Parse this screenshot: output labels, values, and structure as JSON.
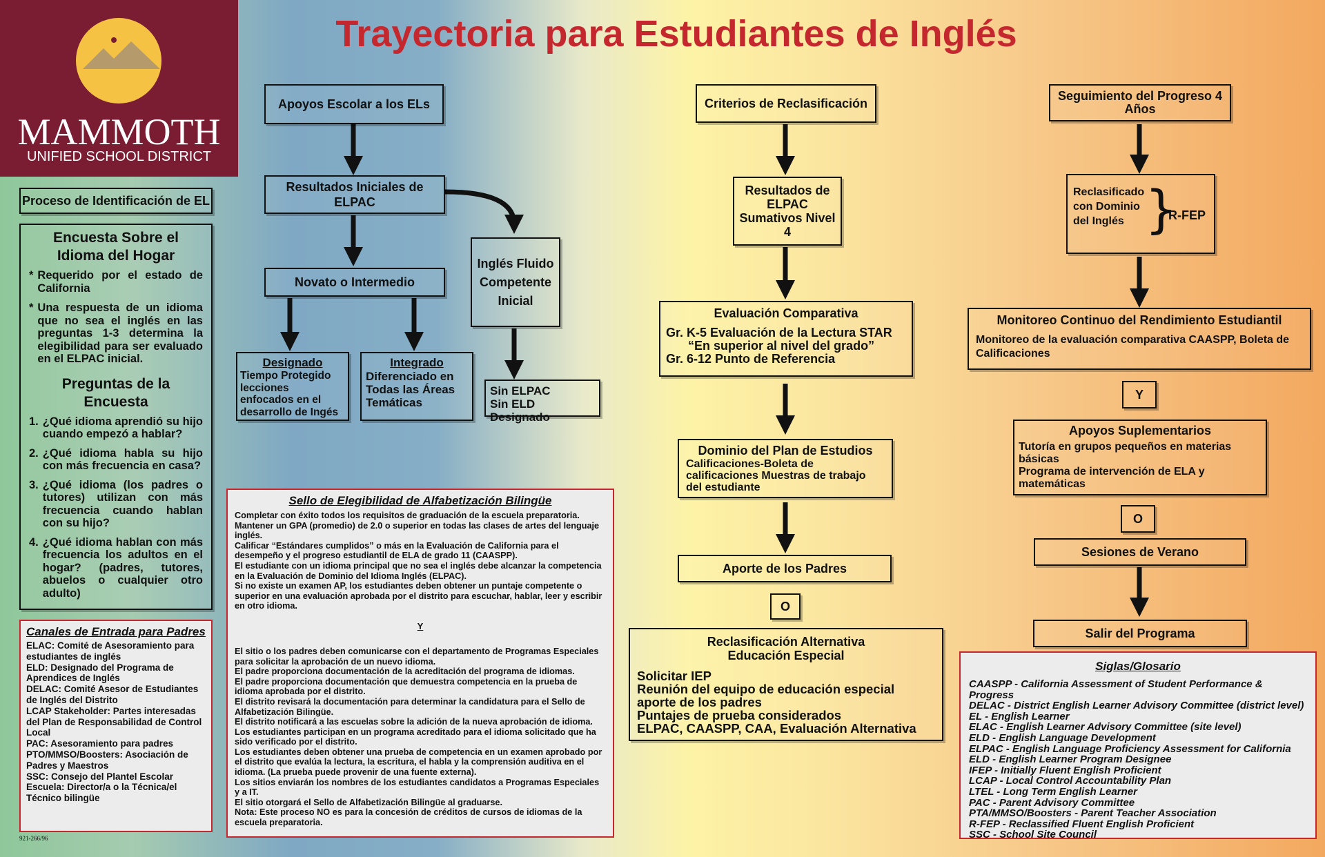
{
  "title": "Trayectoria para Estudiantes de Inglés",
  "logo": {
    "name": "MAMMOTH",
    "sub": "UNIFIED SCHOOL DISTRICT"
  },
  "colors": {
    "title_red": "#c4282e",
    "logo_bg": "#7a1d33",
    "logo_sun": "#f5c244"
  },
  "left": {
    "proceso": "Proceso de Identificación de EL",
    "encuesta_title": "Encuesta Sobre el Idioma del Hogar",
    "encuesta_items": [
      "Requerido por el estado de California",
      "Una respuesta de un idioma que no sea el inglés en las preguntas 1-3 determina la elegibilidad para ser evaluado en el ELPAC inicial."
    ],
    "preguntas_title": "Preguntas de la Encuesta",
    "preguntas": [
      "¿Qué idioma aprendió su hijo cuando empezó a hablar?",
      "¿Qué idioma habla su hijo con más frecuencia en casa?",
      "¿Qué idioma (los padres o tutores) utilizan con más frecuencia cuando hablan con su hijo?",
      "¿Qué idioma hablan con más frecuencia los adultos en el hogar? (padres, tutores, abuelos o cualquier otro adulto)"
    ],
    "canales_title": "Canales de Entrada para Padres",
    "canales": [
      "ELAC: Comité de Asesoramiento para estudiantes de inglés",
      "ELD: Designado del Programa de Aprendices de Inglés",
      "DELAC: Comité Asesor de Estudiantes de Inglés del Distrito",
      "LCAP Stakeholder: Partes interesadas del Plan de Responsabilidad de Control Local",
      "PAC: Asesoramiento para padres",
      "PTO/MMSO/Boosters: Asociación de Padres y Maestros",
      "SSC: Consejo del Plantel Escolar",
      "Escuela: Director/a o la Técnica/el Técnico bilingüe"
    ],
    "code": "921-266/96"
  },
  "col2": {
    "apoyos": "Apoyos Escolar a los ELs",
    "resultados": "Resultados Iniciales de ELPAC",
    "novato": "Novato o Intermedio",
    "ingles_fluido": "Inglés Fluido Competente Inicial",
    "designado_title": "Designado",
    "designado_text": "Tiempo Protegido lecciones enfocados en el desarrollo de Ingés",
    "integrado_title": "Integrado",
    "integrado_text": "Diferenciado en Todas las Áreas Temáticas",
    "sin_elpac": "Sin ELPAC",
    "sin_eld": "Sin ELD Designado"
  },
  "sello": {
    "title": "Sello de Elegibilidad de Alfabetización Bilingüe",
    "p1": [
      "Completar con éxito todos los requisitos de graduación de la escuela preparatoria. Mantener un GPA (promedio) de 2.0 o superior en todas las clases de artes del lenguaje inglés.",
      "Calificar “Estándares cumplidos” o más en la Evaluación de California para el desempeño y el progreso estudiantil de ELA de grado 11 (CAASPP).",
      "El estudiante con un idioma principal que no sea el inglés debe alcanzar la competencia en la Evaluación de Dominio del Idioma Inglés (ELPAC).",
      "Si no existe un examen AP, los estudiantes deben obtener un puntaje competente o superior en una evaluación aprobada por el distrito para escuchar, hablar, leer y escribir en otro idioma."
    ],
    "y": "Y",
    "p2": [
      "El sitio o los padres deben comunicarse con el departamento de Programas Especiales para solicitar la aprobación de un nuevo idioma.",
      "El padre proporciona documentación de la acreditación del programa de idiomas.",
      "El padre proporciona documentación que demuestra competencia en la prueba de idioma aprobada por el distrito.",
      "El distrito revisará la documentación para determinar la candidatura para el Sello de Alfabetización Bilingüe.",
      "El distrito notificará a las escuelas sobre la adición de la nueva aprobación de idioma.",
      "Los estudiantes participan en un programa acreditado para el idioma solicitado que ha sido verificado por el distrito.",
      "Los estudiantes deben obtener una prueba de competencia en un examen aprobado por el distrito que evalúa la lectura, la escritura, el habla y la comprensión auditiva en el idioma. (La prueba puede provenir de una fuente externa).",
      "Los sitios enviarán los nombres de los estudiantes candidatos a Programas Especiales y a IT.",
      "El sitio otorgará el Sello de Alfabetización Bilingüe al graduarse.",
      "Nota: Este proceso NO es para la concesión de créditos de cursos de idiomas de la escuela preparatoria."
    ]
  },
  "col3": {
    "criterios": "Criterios de Reclasificación",
    "resultados": "Resultados de ELPAC Sumativos Nivel 4",
    "eval_title": "Evaluación Comparativa",
    "eval_lines": [
      "Gr. K-5 Evaluación de la Lectura STAR",
      "“En superior al nivel del grado”",
      "Gr. 6-12 Punto de Referencia"
    ],
    "dominio_title": "Dominio del Plan de Estudios",
    "dominio_text": "Calificaciones-Boleta de calificaciones Muestras de trabajo del estudiante",
    "aporte": "Aporte de los Padres",
    "o": "O",
    "alt_title1": "Reclasificación Alternativa",
    "alt_title2": "Educación Especial",
    "alt_lines": [
      "Solicitar IEP",
      "Reunión del equipo de educación especial aporte de los padres",
      "Puntajes de prueba considerados",
      "ELPAC, CAASPP, CAA, Evaluación Alternativa"
    ]
  },
  "col4": {
    "seguimiento": "Seguimiento del Progreso 4 Años",
    "reclasificado": "Reclasificado con Dominio del Inglés",
    "rfep": "R-FEP",
    "monitoreo_title": "Monitoreo Continuo del Rendimiento Estudiantil",
    "monitoreo_text": "Monitoreo de la evaluación comparativa CAASPP, Boleta de Calificaciones",
    "y": "Y",
    "apoyos_title": "Apoyos Suplementarios",
    "apoyos_lines": [
      "Tutoría en grupos pequeños en materias básicas",
      "Programa de intervención de ELA y matemáticas"
    ],
    "o": "O",
    "sesiones": "Sesiones de Verano",
    "salir": "Salir del Programa"
  },
  "glosario": {
    "title": "Siglas/Glosario",
    "items": [
      "CAASPP - California Assessment of Student Performance & Progress",
      "DELAC - District English Learner Advisory Committee (district level)",
      "EL - English Learner",
      "ELAC - English Learner Advisory Committee (site level)",
      "ELD - English Language Development",
      "ELPAC - English Language Proficiency Assessment for California",
      "ELD - English Learner Program Designee",
      "IFEP - Initially Fluent English Proficient",
      "LCAP - Local Control Accountability Plan",
      "LTEL - Long Term English Learner",
      "PAC - Parent Advisory Committee",
      "PTA/MMSO/Boosters - Parent Teacher Association",
      "R-FEP - Reclassified Fluent English Proficient",
      "SSC - School Site Council"
    ]
  }
}
